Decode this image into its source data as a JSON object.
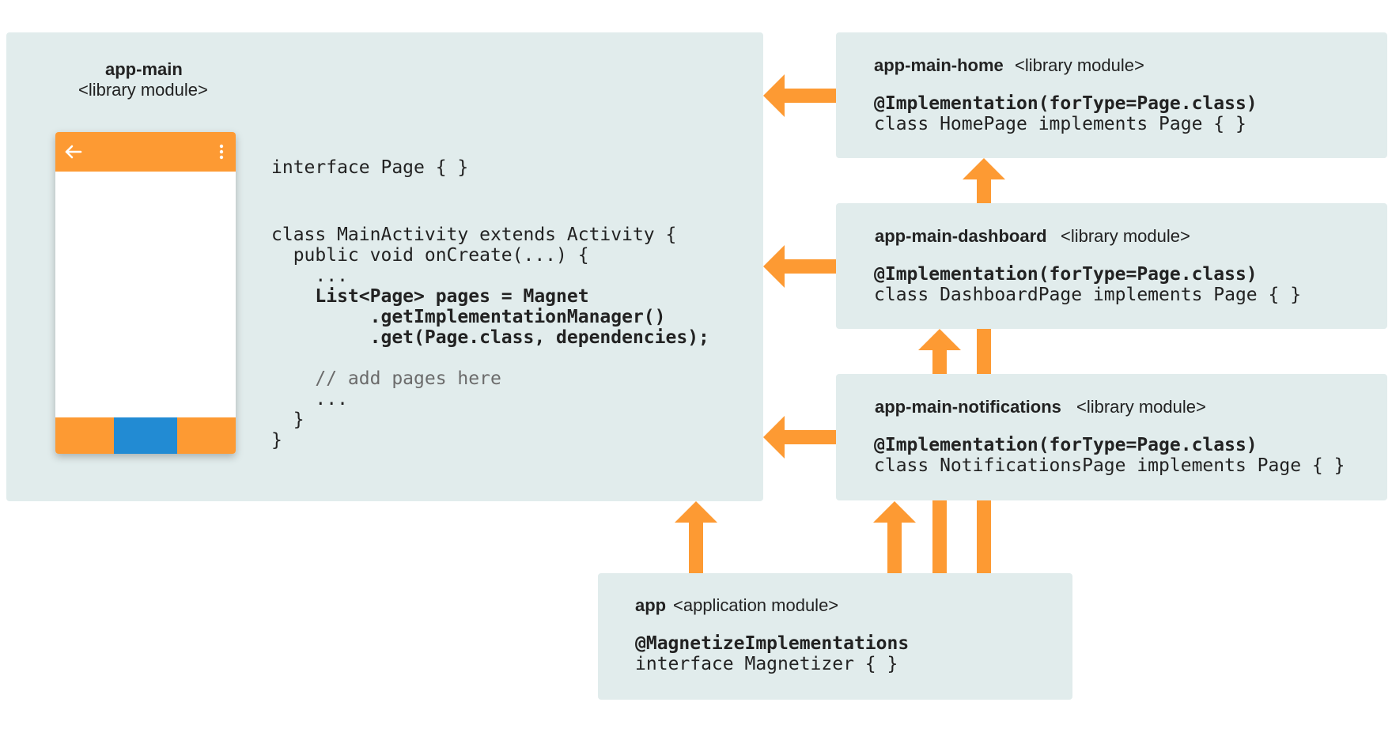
{
  "colors": {
    "box_bg": "#e1ecec",
    "arrow": "#fd9a33",
    "phone_bar": "#fd9a33",
    "phone_active_tab": "#228bd3",
    "comment": "#6b6b6b"
  },
  "modules": {
    "app_main": {
      "name": "app-main",
      "type": "<library module>",
      "code": {
        "interface_line": "interface Page { }",
        "class_line": "class MainActivity extends Activity {",
        "method_line": "  public void onCreate(...) {",
        "ellipsis_1": "    ...",
        "bold_1": "    List<Page> pages = Magnet",
        "bold_2": "         .getImplementationManager()",
        "bold_3": "         .get(Page.class, dependencies);",
        "comment": "    // add pages here",
        "ellipsis_2": "    ...",
        "close_method": "  }",
        "close_class": "}"
      },
      "phone": {
        "back_icon": "arrow-left-icon",
        "menu_icon": "more-vert-icon"
      }
    },
    "home": {
      "name": "app-main-home",
      "type": "<library module>",
      "annotation": "@Implementation(forType=Page.class)",
      "class_line": "class HomePage implements Page { }"
    },
    "dashboard": {
      "name": "app-main-dashboard",
      "type": "<library module>",
      "annotation": "@Implementation(forType=Page.class)",
      "class_line": "class DashboardPage implements Page { }"
    },
    "notifications": {
      "name": "app-main-notifications",
      "type": "<library module>",
      "annotation": "@Implementation(forType=Page.class)",
      "class_line": "class NotificationsPage implements Page { }"
    },
    "app": {
      "name": "app",
      "type": "<application module>",
      "annotation": "@MagnetizeImplementations",
      "interface_line": "interface Magnetizer { }"
    }
  }
}
